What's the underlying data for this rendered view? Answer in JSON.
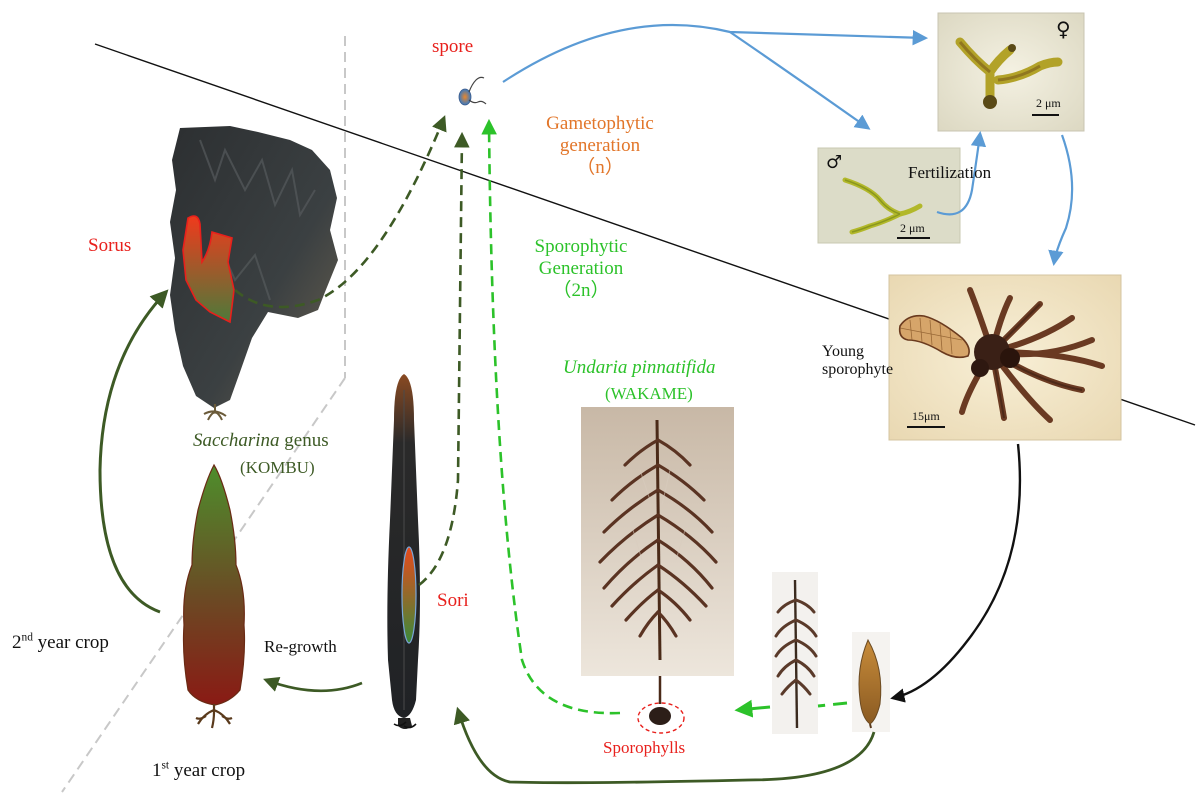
{
  "labels": {
    "spore": "spore",
    "gametophytic_line1": "Gametophytic",
    "gametophytic_line2": "generation",
    "gametophytic_ploidy": "（n）",
    "sporophytic_line1": "Sporophytic",
    "sporophytic_line2": "Generation",
    "sporophytic_ploidy": "（2n）",
    "fertilization": "Fertilization",
    "sorus": "Sorus",
    "sori": "Sori",
    "young_sporophyte_line1": "Young",
    "young_sporophyte_line2": "sporophyte",
    "saccharina_italic": "Saccharina",
    "saccharina_rest": " genus",
    "kombu": "(KOMBU)",
    "undaria": "Undaria pinnatifida",
    "wakame": "(WAKAME)",
    "regrowth": "Re-growth",
    "year2_num": "2",
    "year2_sup": "nd",
    "year2_rest": " year crop",
    "year1_num": "1",
    "year1_sup": "st",
    "year1_rest": " year crop",
    "sporophylls": "Sporophylls",
    "female_symbol": "♀",
    "male_symbol": "♂",
    "scale_female": "2 μm",
    "scale_male": "2 μm",
    "scale_young": "15μm"
  },
  "colors": {
    "red": "#e8201c",
    "orange": "#e2762a",
    "bright_green": "#2cc22a",
    "dark_green": "#3d5a25",
    "blue_arrow": "#5b9bd5",
    "black_arrow": "#111111"
  }
}
